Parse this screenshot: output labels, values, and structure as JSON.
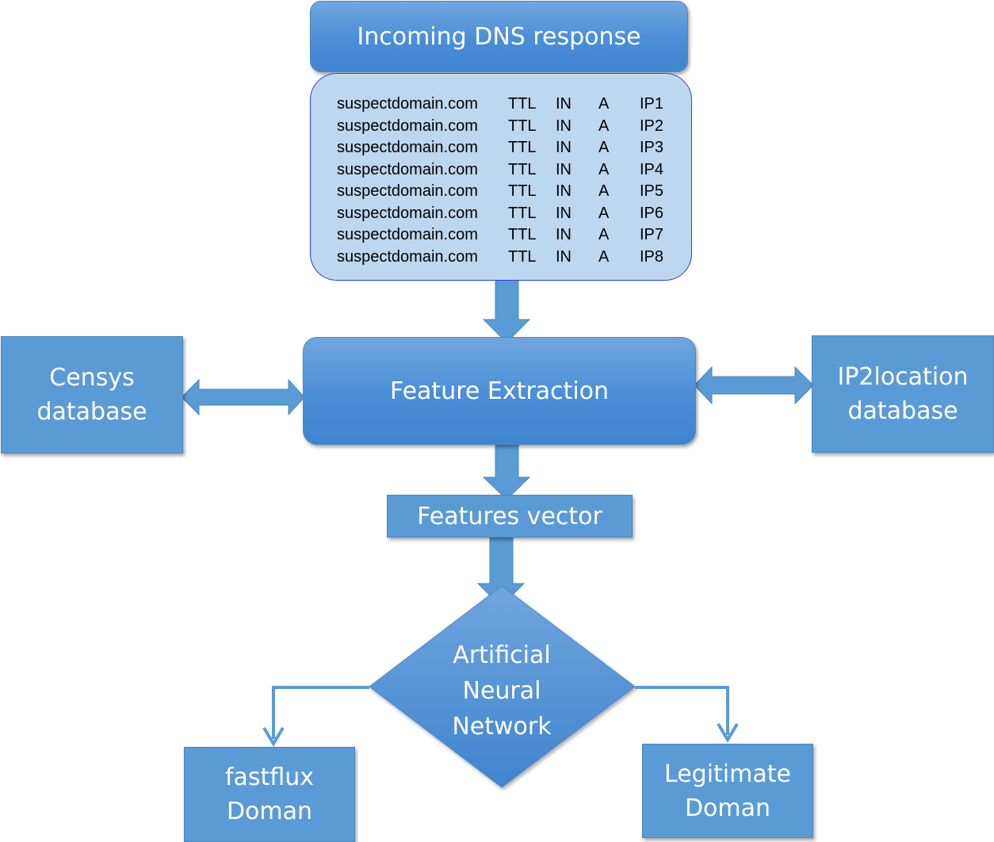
{
  "diagram": {
    "incoming": "Incoming DNS response",
    "records": [
      {
        "domain": "suspectdomain.com",
        "ttl": "TTL",
        "class": "IN",
        "type": "A",
        "ip": "IP1"
      },
      {
        "domain": "suspectdomain.com",
        "ttl": "TTL",
        "class": "IN",
        "type": "A",
        "ip": "IP2"
      },
      {
        "domain": "suspectdomain.com",
        "ttl": "TTL",
        "class": "IN",
        "type": "A",
        "ip": "IP3"
      },
      {
        "domain": "suspectdomain.com",
        "ttl": "TTL",
        "class": "IN",
        "type": "A",
        "ip": "IP4"
      },
      {
        "domain": "suspectdomain.com",
        "ttl": "TTL",
        "class": "IN",
        "type": "A",
        "ip": "IP5"
      },
      {
        "domain": "suspectdomain.com",
        "ttl": "TTL",
        "class": "IN",
        "type": "A",
        "ip": "IP6"
      },
      {
        "domain": "suspectdomain.com",
        "ttl": "TTL",
        "class": "IN",
        "type": "A",
        "ip": "IP7"
      },
      {
        "domain": "suspectdomain.com",
        "ttl": "TTL",
        "class": "IN",
        "type": "A",
        "ip": "IP8"
      }
    ],
    "censys": "Censys\ndatabase",
    "feature_extraction": "Feature Extraction",
    "ip2location": "IP2location\ndatabase",
    "features_vector": "Features vector",
    "ann": "Artificial\nNeural\nNetwork",
    "fastflux": "fastflux\nDoman",
    "legitimate": "Legitimate\nDoman"
  },
  "colors": {
    "node_fill": "#5b9bd5",
    "node_border": "#4a86c0",
    "record_fill": "#bdd7ee",
    "record_border": "#2d3be0",
    "text": "#ffffff"
  }
}
